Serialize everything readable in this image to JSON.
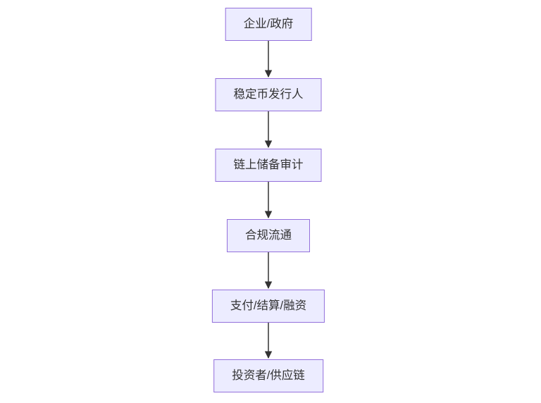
{
  "diagram": {
    "type": "flowchart-top-down",
    "background": "#ffffff",
    "node_fill": "#ECECFF",
    "node_border": "#9370DB",
    "node_text_color": "#333333",
    "arrow_color": "#333333",
    "nodes": [
      {
        "label": "企业/政府"
      },
      {
        "label": "稳定币发行人"
      },
      {
        "label": "链上储备审计"
      },
      {
        "label": "合规流通"
      },
      {
        "label": "支付/结算/融资"
      },
      {
        "label": "投资者/供应链"
      }
    ],
    "edges": [
      {
        "from": 0,
        "to": 1
      },
      {
        "from": 1,
        "to": 2
      },
      {
        "from": 2,
        "to": 3
      },
      {
        "from": 3,
        "to": 4
      },
      {
        "from": 4,
        "to": 5
      }
    ]
  }
}
